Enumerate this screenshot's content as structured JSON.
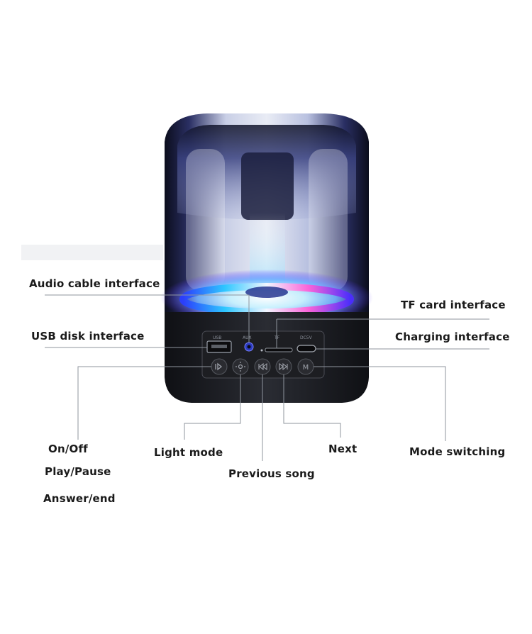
{
  "labels": {
    "audio_cable": "Audio cable interface",
    "usb_disk": "USB disk interface",
    "tf_card": "TF card interface",
    "charging": "Charging interface",
    "on_off": "On/Off",
    "play_pause": "Play/Pause",
    "answer_end": "Answer/end",
    "light_mode": "Light mode",
    "previous_song": "Previous song",
    "next": "Next",
    "mode_switching": "Mode switching"
  },
  "port_labels": {
    "usb": "USB",
    "aux": "AUX",
    "tf": "TF",
    "dc": "DC5V"
  },
  "buttons": [
    {
      "id": "power",
      "icon": "power-play-icon"
    },
    {
      "id": "light",
      "icon": "light-sun-icon"
    },
    {
      "id": "prev",
      "icon": "previous-track-icon"
    },
    {
      "id": "next",
      "icon": "next-track-icon"
    },
    {
      "id": "mode",
      "icon": "mode-m-icon",
      "text": "M"
    }
  ]
}
